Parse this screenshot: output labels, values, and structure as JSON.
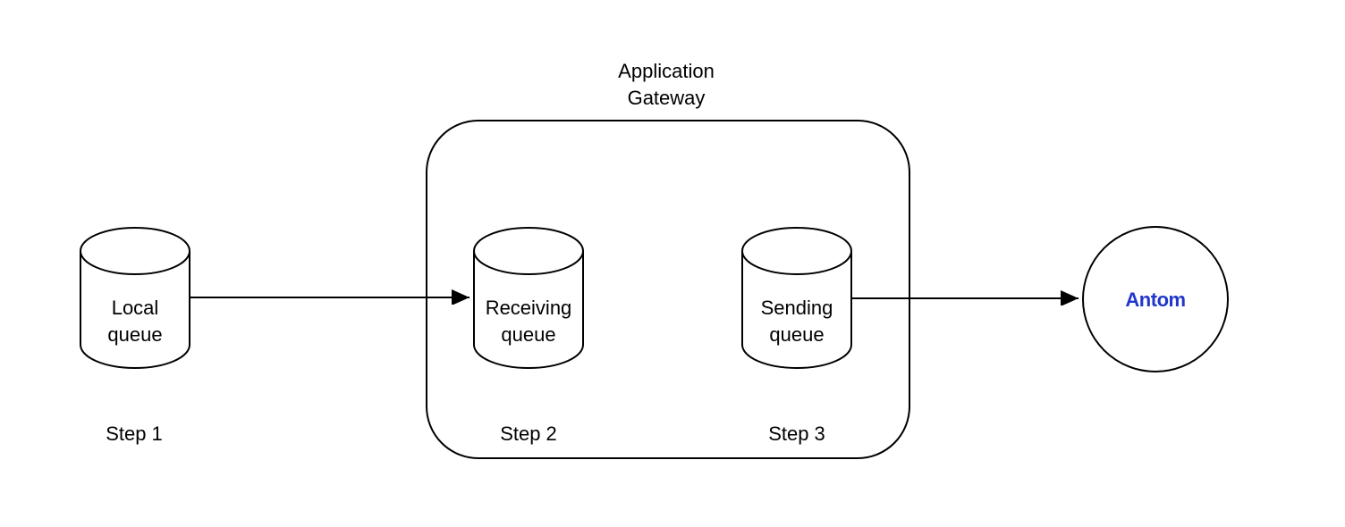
{
  "diagram": {
    "application_gateway": {
      "label": "Application Gateway"
    },
    "local_queue": {
      "label": "Local queue",
      "step_label": "Step 1"
    },
    "receiving_queue": {
      "label": "Receiving queue",
      "step_label": "Step 2"
    },
    "sending_queue": {
      "label": "Sending queue",
      "step_label": "Step 3"
    },
    "antom": {
      "logo_text": "Antom"
    },
    "colors": {
      "stroke": "#000000",
      "fill": "#ffffff",
      "antom_blue": "#2136cc",
      "background": "#ffffff"
    }
  }
}
